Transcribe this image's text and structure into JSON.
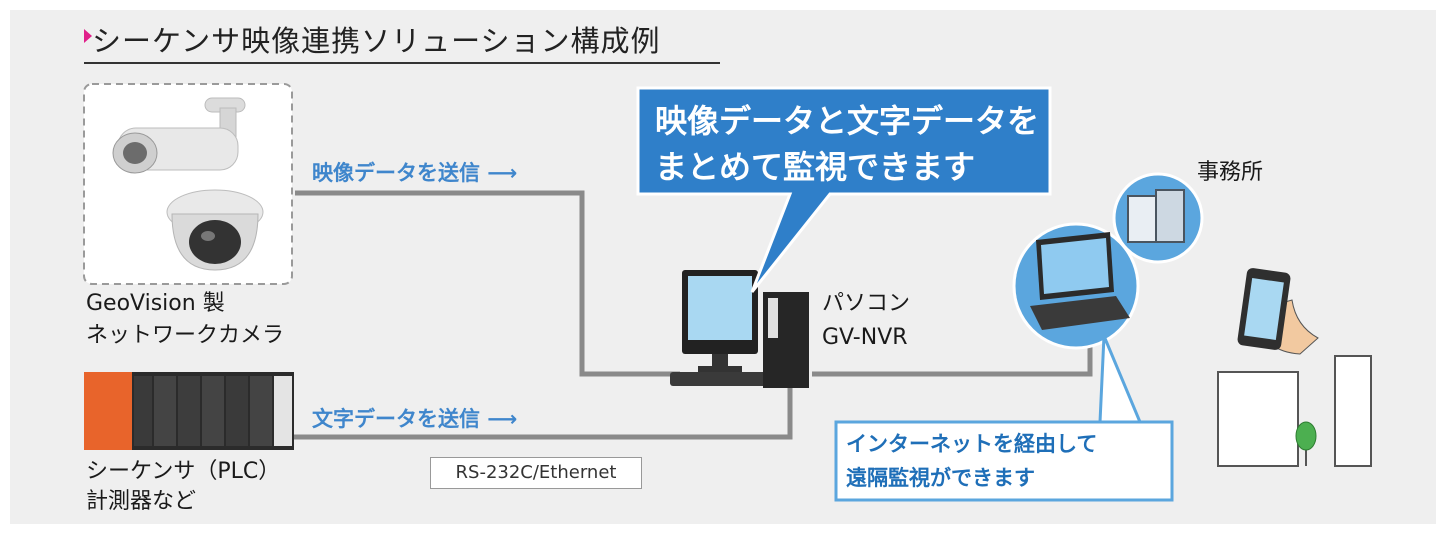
{
  "title": "シーケンサ映像連携ソリューション構成例",
  "camera": {
    "label_line1": "GeoVision 製",
    "label_line2": "ネットワークカメラ"
  },
  "plc": {
    "label_line1": "シーケンサ（PLC）",
    "label_line2": "計測器など"
  },
  "video_send": "映像データを送信 ⟶",
  "text_send": "文字データを送信 ⟶",
  "interface": "RS-232C/Ethernet",
  "pc": {
    "label_line1": "パソコン",
    "label_line2": "GV-NVR"
  },
  "callout_main": {
    "line1": "映像データと文字データを",
    "line2": "まとめて監視できます"
  },
  "callout_remote": {
    "line1": "インターネットを経由して",
    "line2": "遠隔監視ができます"
  },
  "office_label": "事務所",
  "colors": {
    "accent": "#e0208a",
    "callout_fill": "#2f7fc9",
    "label_blue": "#3f86cc",
    "circle_fill": "#5ba6de",
    "line": "#8a8a8a"
  }
}
